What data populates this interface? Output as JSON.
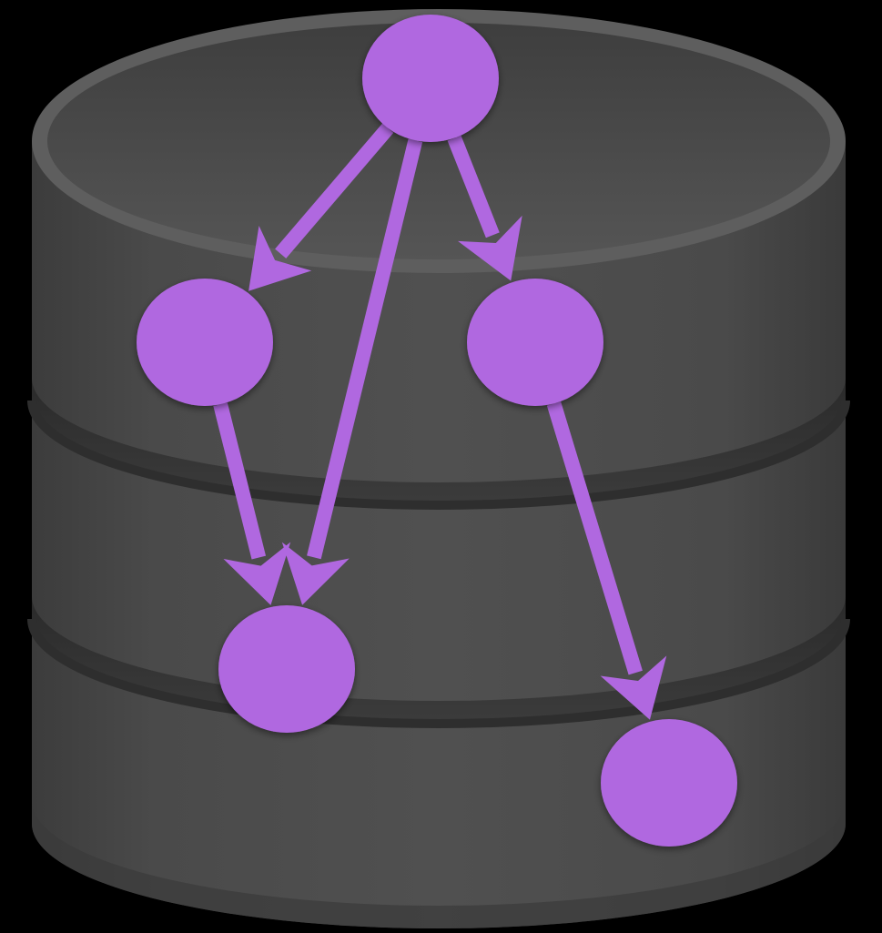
{
  "icon": {
    "name": "graph-database-icon",
    "colors": {
      "background": "#000000",
      "cylinder_body": "#4d4d4d",
      "cylinder_top": "#5a5a5a",
      "cylinder_rim": "#6a6a6a",
      "band_groove": "#2a2a2a",
      "node_fill": "#b068e0",
      "edge_stroke": "#b068e0"
    }
  },
  "graph": {
    "nodes": [
      {
        "id": "root"
      },
      {
        "id": "left"
      },
      {
        "id": "right"
      },
      {
        "id": "bottom-left"
      },
      {
        "id": "bottom-right"
      }
    ],
    "edges": [
      {
        "from": "root",
        "to": "left"
      },
      {
        "from": "root",
        "to": "bottom-left"
      },
      {
        "from": "root",
        "to": "right"
      },
      {
        "from": "left",
        "to": "bottom-left"
      },
      {
        "from": "right",
        "to": "bottom-right"
      }
    ]
  }
}
